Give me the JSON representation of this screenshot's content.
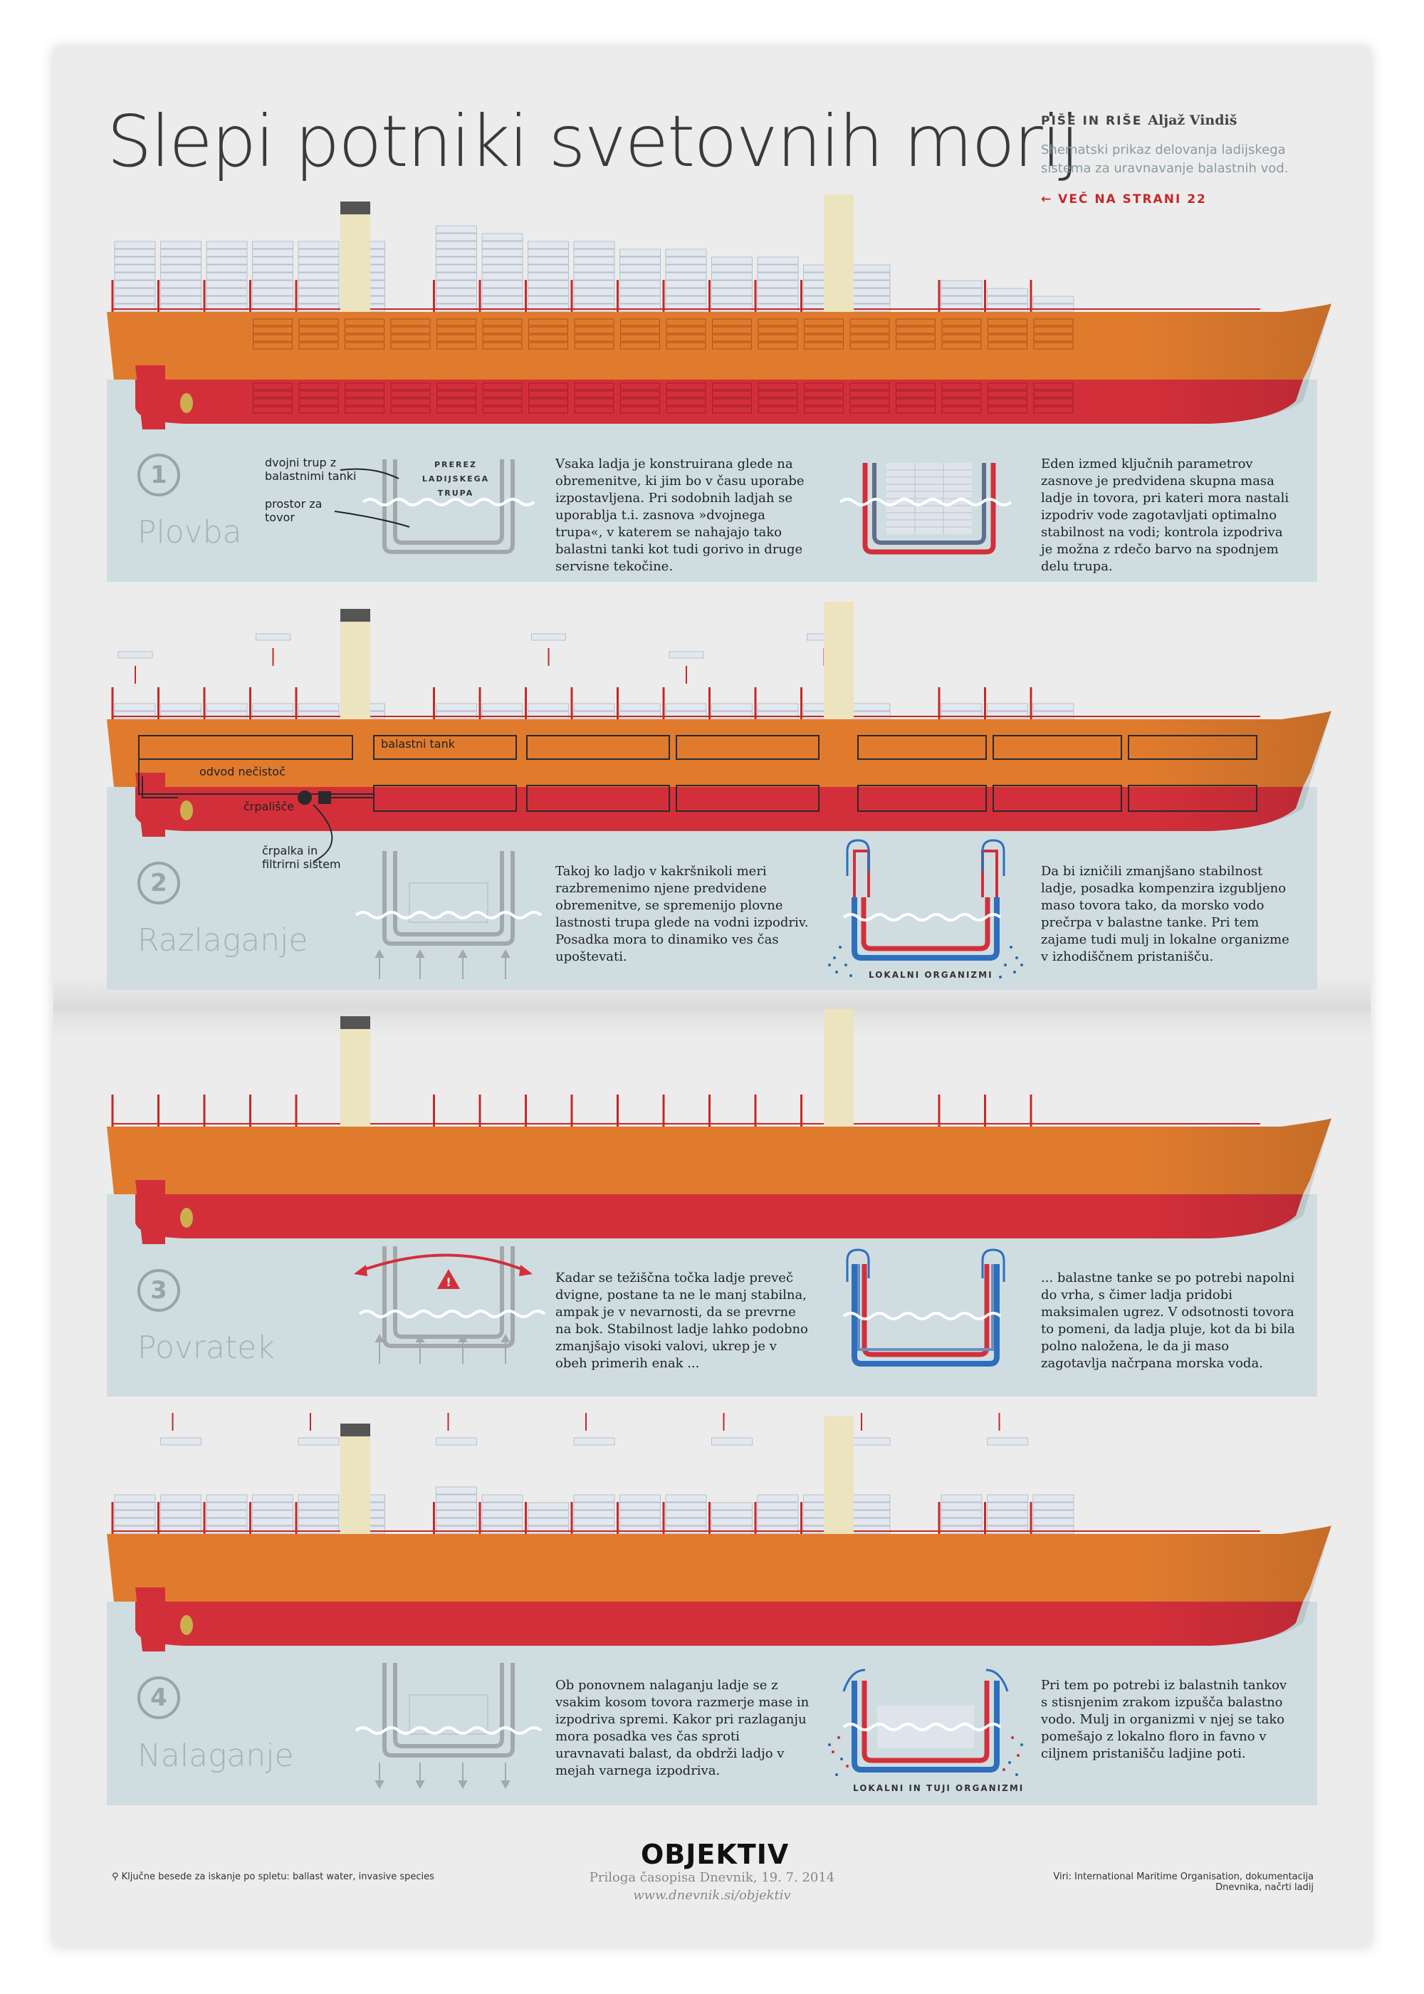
{
  "header": {
    "title": "Slepi potniki svetovnih morij",
    "byline_prefix": "PIŠE IN RIŠE",
    "byline_author": "Aljaž Vindiš",
    "subtitle": "Shematski prikaz delovanja ladijskega sistema za uravnavanje balastnih vod.",
    "more_link": "← VEČ NA STRANI 22"
  },
  "steps": [
    {
      "number": "1",
      "label": "Plovba",
      "callout_hull": "dvojni trup z balastnimi tanki",
      "callout_cargo": "prostor za tovor",
      "cross_section_title": "PREREZ LADIJSKEGA TRUPA",
      "text_a": "Vsaka ladja je konstruirana glede na obremenitve, ki jim bo v času uporabe izpostavljena. Pri sodobnih ladjah se uporablja t.i. zasnova »dvojnega trupa«, v katerem se nahajajo tako balastni tanki kot tudi gorivo in druge servisne tekočine.",
      "text_b": "Eden izmed ključnih parametrov zasnove je predvidena skupna masa ladje in tovora, pri kateri mora nastali izpodriv vode zagotavljati optimalno stabilnost na vodi; kontrola izpodriva je možna z rdečo barvo na spodnjem delu trupa."
    },
    {
      "number": "2",
      "label": "Razlaganje",
      "callout_tank": "balastni tank",
      "callout_outlet": "odvod nečistoč",
      "callout_pumphouse": "črpališče",
      "callout_pump": "črpalka in filtrirni sistem",
      "organisms_label": "LOKALNI ORGANIZMI",
      "text_a": "Takoj ko ladjo v kakršnikoli meri razbremenimo njene predvidene obremenitve, se spremenijo plovne lastnosti trupa glede na vodni izpodriv. Posadka mora to dinamiko  ves čas upoštevati.",
      "text_b": "Da bi izničili zmanjšano stabilnost ladje, posadka kompenzira izgubljeno maso tovora tako, da morsko vodo prečrpa v balastne tanke. Pri tem zajame tudi mulj in lokalne organizme v izhodiščnem pristanišču."
    },
    {
      "number": "3",
      "label": "Povratek",
      "text_a": "Kadar se težiščna točka ladje preveč dvigne, postane ta ne le manj stabilna, ampak je v nevarnosti, da se prevrne na bok. Stabilnost ladje lahko podobno zmanjšajo visoki valovi, ukrep je v obeh primerih enak ...",
      "text_b": "... balastne tanke se po potrebi napolni do vrha, s čimer ladja pridobi maksimalen ugrez. V odsotnosti tovora to pomeni, da ladja pluje, kot da bi bila polno naložena, le da ji maso zagotavlja načrpana morska voda."
    },
    {
      "number": "4",
      "label": "Nalaganje",
      "organisms_label": "LOKALNI IN TUJI ORGANIZMI",
      "text_a": "Ob ponovnem nalaganju ladje se z vsakim kosom tovora razmerje mase in izpodriva spremi. Kakor pri razlaganju mora posadka ves čas sproti uravnavati balast, da obdrži ladjo v mejah varnega izpodriva.",
      "text_b": "Pri tem po potrebi iz balastnih tankov s stisnjenim zrakom izpušča balastno vodo. Mulj in organizmi v njej se tako pomešajo z lokalno floro in favno v ciljnem pristanišču ladjine poti."
    }
  ],
  "footer": {
    "logo": "OBJEKTIV",
    "issue": "Priloga časopisa Dnevnik, 19. 7. 2014",
    "url": "www.dnevnik.si/objektiv",
    "keywords": "Ključne besede za iskanje po spletu: ballast water, invasive species",
    "sources": "Viri: International Maritime Organisation, dokumentacija Dnevnika, načrti ladij"
  },
  "colors": {
    "hull_orange": "#e07b2e",
    "hull_red": "#d32f3a",
    "water": "#cfdde0",
    "container": "#e3e8ef",
    "accent_red": "#c62828",
    "funnel": "#ece3bf"
  },
  "ships": [
    {
      "stacks": [
        9,
        9,
        9,
        9,
        9,
        9,
        10,
        11,
        10,
        9,
        9,
        8,
        8,
        7,
        7,
        6,
        6,
        5,
        4,
        3,
        2
      ],
      "below_deck": true,
      "lifted": false,
      "lowered": false
    },
    {
      "stacks": [
        2,
        2,
        2,
        2,
        2,
        2,
        2,
        2,
        2,
        2,
        2,
        2,
        2,
        2,
        2,
        2,
        2,
        2,
        2,
        2,
        2
      ],
      "below_deck": false,
      "lifted": true,
      "lowered": false
    },
    {
      "stacks": [
        0,
        0,
        0,
        0,
        0,
        0,
        0,
        0,
        0,
        0,
        0,
        0,
        0,
        0,
        0,
        0,
        0,
        0,
        0,
        0,
        0
      ],
      "below_deck": false,
      "lifted": false,
      "lowered": false
    },
    {
      "stacks": [
        5,
        5,
        5,
        5,
        5,
        5,
        6,
        6,
        5,
        4,
        5,
        5,
        5,
        4,
        5,
        5,
        5,
        4,
        5,
        5,
        5
      ],
      "below_deck": false,
      "lifted": false,
      "lowered": true
    }
  ]
}
